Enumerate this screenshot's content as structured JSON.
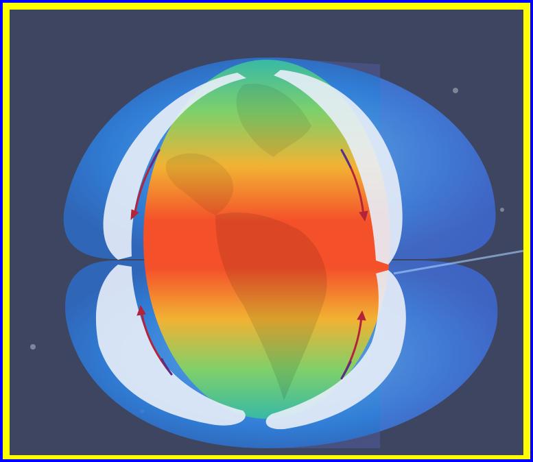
{
  "diagram": {
    "subject": "atmospheric-circulation-cells",
    "colors": {
      "frame_outer": "#0000ff",
      "frame_inner": "#ffff00",
      "background": "#3d4560",
      "atmosphere_blue": "#2f86e8",
      "cell_white": "#e8eef8",
      "arrow_red": "#b3243b",
      "arrow_purple": "#5a2f8a",
      "band_hot": "#f4502a",
      "band_warm": "#f2b233",
      "band_mild": "#7fd06a",
      "band_cool": "#35b8a8"
    },
    "icons": [
      "earth-globe",
      "circulation-arrow"
    ]
  }
}
